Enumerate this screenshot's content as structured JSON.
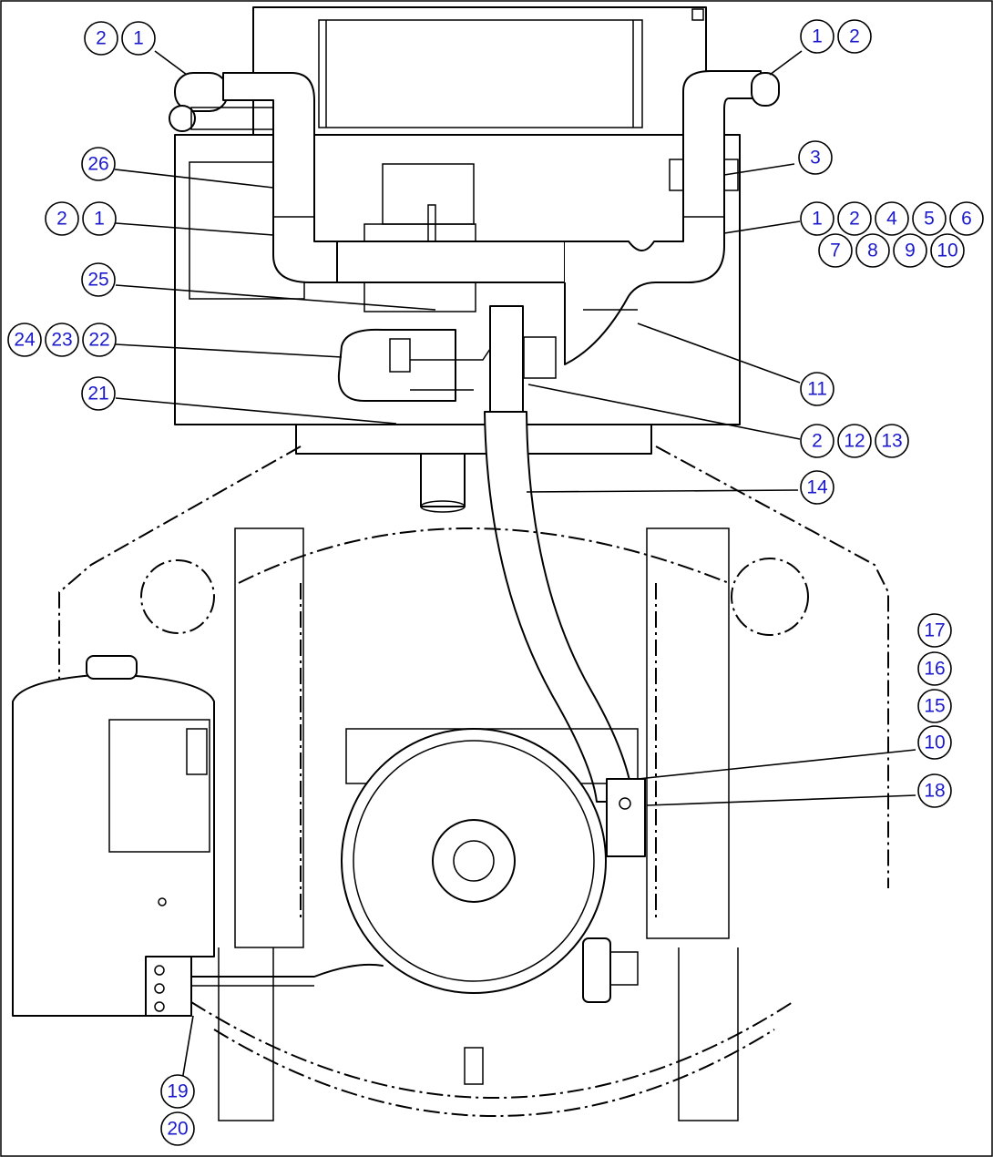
{
  "callouts": [
    {
      "id": "c-top-left-2",
      "label": "2"
    },
    {
      "id": "c-top-left-1",
      "label": "1"
    },
    {
      "id": "c-top-right-1",
      "label": "1"
    },
    {
      "id": "c-top-right-2",
      "label": "2"
    },
    {
      "id": "c-26",
      "label": "26"
    },
    {
      "id": "c-3",
      "label": "3"
    },
    {
      "id": "c-mid-left-2",
      "label": "2"
    },
    {
      "id": "c-mid-left-1",
      "label": "1"
    },
    {
      "id": "c-g1",
      "label": "1"
    },
    {
      "id": "c-g2",
      "label": "2"
    },
    {
      "id": "c-g4",
      "label": "4"
    },
    {
      "id": "c-g5",
      "label": "5"
    },
    {
      "id": "c-g6",
      "label": "6"
    },
    {
      "id": "c-g7",
      "label": "7"
    },
    {
      "id": "c-g8",
      "label": "8"
    },
    {
      "id": "c-g9",
      "label": "9"
    },
    {
      "id": "c-g10",
      "label": "10"
    },
    {
      "id": "c-25",
      "label": "25"
    },
    {
      "id": "c-24",
      "label": "24"
    },
    {
      "id": "c-23",
      "label": "23"
    },
    {
      "id": "c-22",
      "label": "22"
    },
    {
      "id": "c-11",
      "label": "11"
    },
    {
      "id": "c-21",
      "label": "21"
    },
    {
      "id": "c-lr-2",
      "label": "2"
    },
    {
      "id": "c-12",
      "label": "12"
    },
    {
      "id": "c-13",
      "label": "13"
    },
    {
      "id": "c-14",
      "label": "14"
    },
    {
      "id": "c-17",
      "label": "17"
    },
    {
      "id": "c-16",
      "label": "16"
    },
    {
      "id": "c-15",
      "label": "15"
    },
    {
      "id": "c-low-10",
      "label": "10"
    },
    {
      "id": "c-18",
      "label": "18"
    },
    {
      "id": "c-19",
      "label": "19"
    },
    {
      "id": "c-20",
      "label": "20"
    }
  ],
  "colors": {
    "callout_text": "#1a1acc",
    "line": "#000000",
    "background": "#ffffff"
  }
}
